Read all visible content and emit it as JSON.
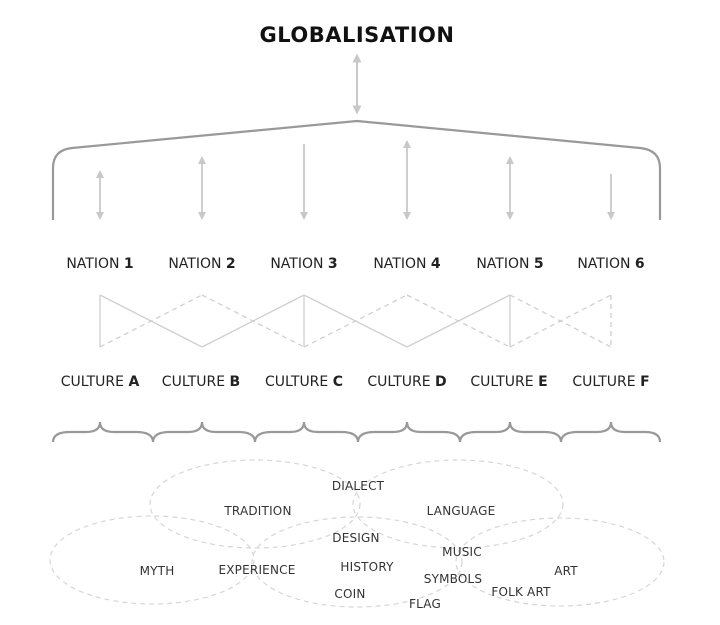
{
  "title": "GLOBALISATION",
  "nations": [
    {
      "prefix": "NATION",
      "num": "1"
    },
    {
      "prefix": "NATION",
      "num": "2"
    },
    {
      "prefix": "NATION",
      "num": "3"
    },
    {
      "prefix": "NATION",
      "num": "4"
    },
    {
      "prefix": "NATION",
      "num": "5"
    },
    {
      "prefix": "NATION",
      "num": "6"
    }
  ],
  "cultures": [
    {
      "prefix": "CULTURE",
      "letter": "A"
    },
    {
      "prefix": "CULTURE",
      "letter": "B"
    },
    {
      "prefix": "CULTURE",
      "letter": "C"
    },
    {
      "prefix": "CULTURE",
      "letter": "D"
    },
    {
      "prefix": "CULTURE",
      "letter": "E"
    },
    {
      "prefix": "CULTURE",
      "letter": "F"
    }
  ],
  "elements": {
    "dialect": "DIALECT",
    "tradition": "TRADITION",
    "language": "LANGUAGE",
    "design": "DESIGN",
    "music": "MUSIC",
    "myth": "MYTH",
    "experience": "EXPERIENCE",
    "history": "HISTORY",
    "art": "ART",
    "symbols": "SYMBOLS",
    "folk_art": "FOLK ART",
    "coin": "COIN",
    "flag": "FLAG"
  },
  "colors": {
    "line": "#999999",
    "arrow": "#c8c8c8",
    "dashed": "#cccccc",
    "text": "#1a1a1a"
  }
}
